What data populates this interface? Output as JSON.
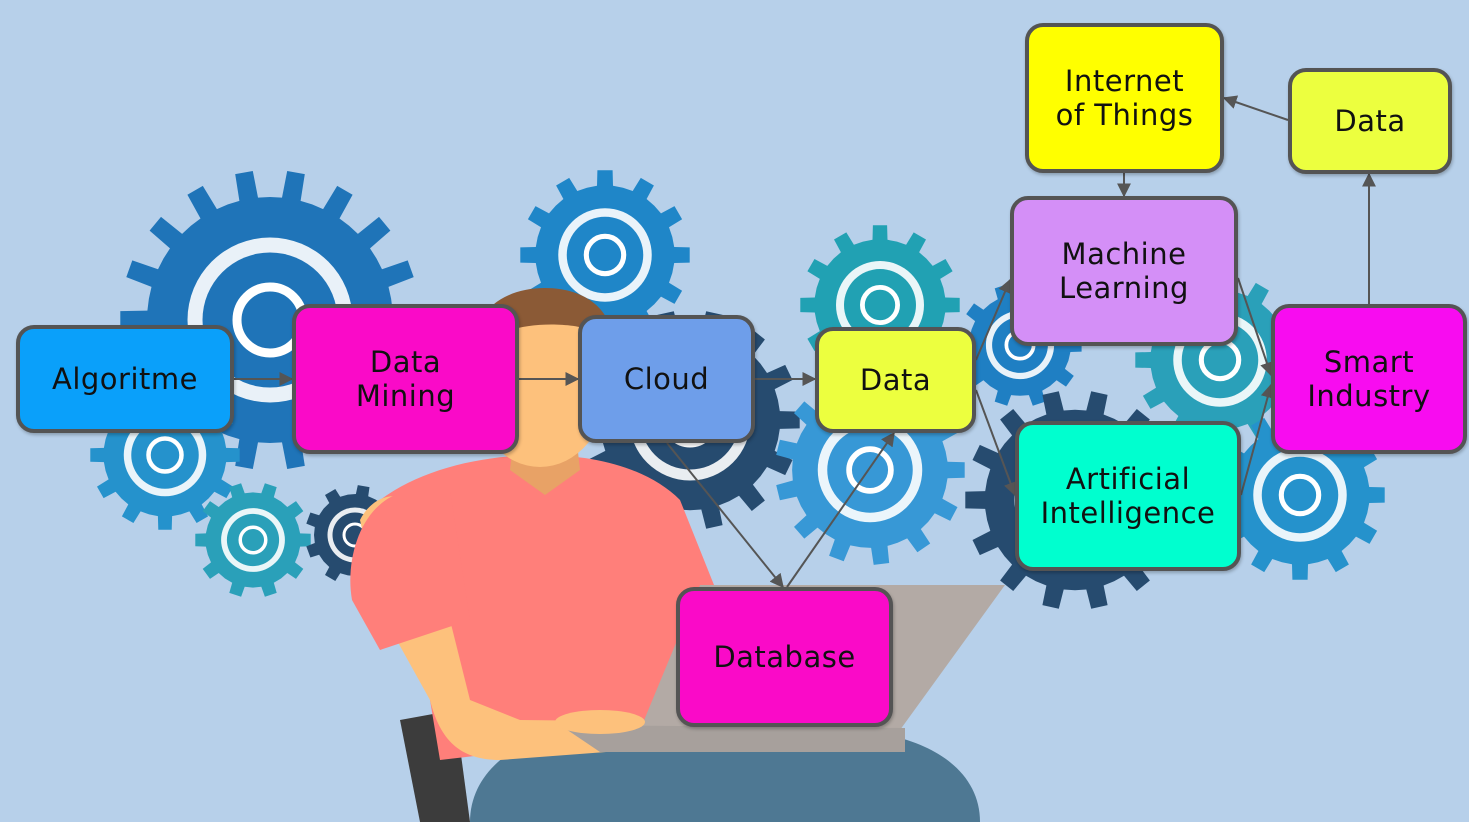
{
  "colors": {
    "background": "#b7d0ea",
    "edge": "#555555",
    "node_border": "#545454",
    "blue": "#0aa0fa",
    "magenta": "#fa0ac8",
    "periwinkle": "#6e9eea",
    "lime": "#ecff3f",
    "yellow": "#ffff00",
    "lavender": "#d48ff7",
    "aqua": "#00ffcf"
  },
  "illustration": {
    "subject": "person using a laptop in front of gears",
    "gear_icons": [
      "at-sign-icon",
      "globe-icon",
      "laptop-icon",
      "magnifier-icon",
      "network-globe-icon",
      "target-icon",
      "anchor-icon",
      "tools-icon",
      "coin-icon"
    ]
  },
  "nodes": {
    "algoritme": {
      "label": "Algoritme",
      "color": "#0aa0fa"
    },
    "data_mining": {
      "label": "Data\nMining",
      "color": "#fa0ac8"
    },
    "cloud": {
      "label": "Cloud",
      "color": "#6e9eea"
    },
    "data_center": {
      "label": "Data",
      "color": "#ecff3f"
    },
    "database": {
      "label": "Database",
      "color": "#fa0ac8"
    },
    "iot": {
      "label": "Internet\nof Things",
      "color": "#ffff00"
    },
    "data_top": {
      "label": "Data",
      "color": "#ecff3f"
    },
    "ml": {
      "label": "Machine\nLearning",
      "color": "#d48ff7"
    },
    "ai": {
      "label": "Artificial\nIntelligence",
      "color": "#00ffcf"
    },
    "smart_industry": {
      "label": "Smart\nIndustry",
      "color": "#f80cf0"
    }
  },
  "edges": [
    {
      "from": "Algoritme",
      "to": "Data Mining"
    },
    {
      "from": "Data Mining",
      "to": "Cloud"
    },
    {
      "from": "Cloud",
      "to": "Data"
    },
    {
      "from": "Cloud",
      "to": "Database"
    },
    {
      "from": "Database",
      "to": "Data"
    },
    {
      "from": "Data",
      "to": "Machine Learning"
    },
    {
      "from": "Data",
      "to": "Artificial Intelligence"
    },
    {
      "from": "Internet of Things",
      "to": "Machine Learning"
    },
    {
      "from": "Machine Learning",
      "to": "Smart Industry"
    },
    {
      "from": "Artificial Intelligence",
      "to": "Smart Industry"
    },
    {
      "from": "Smart Industry",
      "to": "Data"
    },
    {
      "from": "Data",
      "to": "Internet of Things"
    }
  ]
}
